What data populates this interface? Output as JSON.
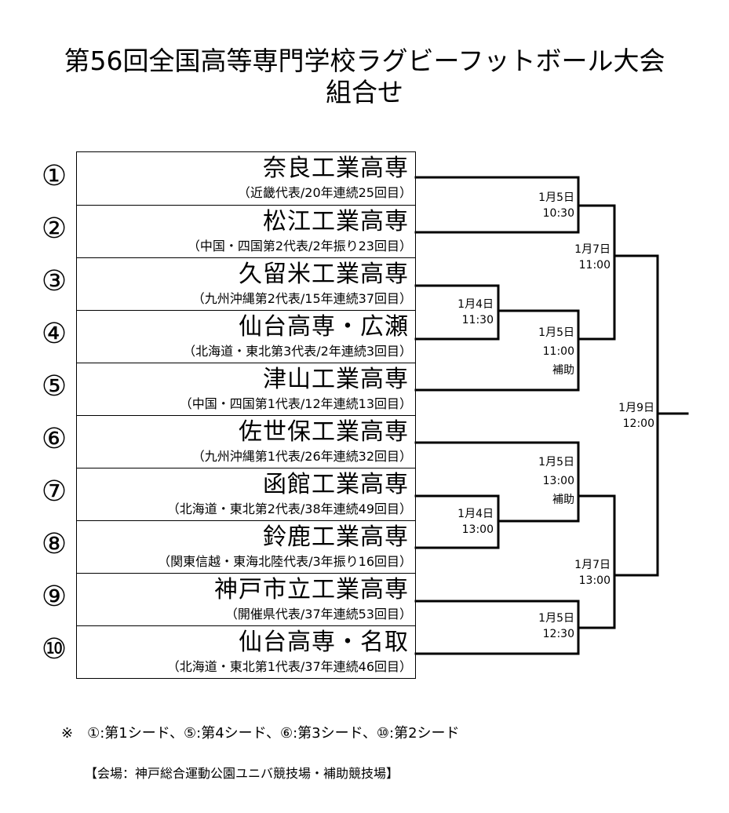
{
  "header": {
    "title_line1": "第56回全国高等専門学校ラグビーフットボール大会",
    "title_line2": "組合せ"
  },
  "teams": [
    {
      "number": "①",
      "name": "奈良工業高専",
      "note": "（近畿代表/20年連続25回目）"
    },
    {
      "number": "②",
      "name": "松江工業高専",
      "note": "（中国・四国第2代表/2年振り23回目）"
    },
    {
      "number": "③",
      "name": "久留米工業高専",
      "note": "（九州沖縄第2代表/15年連続37回目）"
    },
    {
      "number": "④",
      "name": "仙台高専・広瀬",
      "note": "（北海道・東北第3代表/2年連続3回目）"
    },
    {
      "number": "⑤",
      "name": "津山工業高専",
      "note": "（中国・四国第1代表/12年連続13回目）"
    },
    {
      "number": "⑥",
      "name": "佐世保工業高専",
      "note": "（九州沖縄第1代表/26年連続32回目）"
    },
    {
      "number": "⑦",
      "name": "函館工業高専",
      "note": "（北海道・東北第2代表/38年連続49回目）"
    },
    {
      "number": "⑧",
      "name": "鈴鹿工業高専",
      "note": "（関東信越・東海北陸代表/3年振り16回目）"
    },
    {
      "number": "⑨",
      "name": "神戸市立工業高専",
      "note": "（開催県代表/37年連続53回目）"
    },
    {
      "number": "⑩",
      "name": "仙台高専・名取",
      "note": "（北海道・東北第1代表/37年連続46回目）"
    }
  ],
  "matches": {
    "m1": {
      "date": "1月5日",
      "time": "10:30",
      "extra": ""
    },
    "m2": {
      "date": "1月4日",
      "time": "11:30",
      "extra": ""
    },
    "m3": {
      "date": "1月5日",
      "time": "11:00",
      "extra": "補助"
    },
    "m4": {
      "date": "1月7日",
      "time": "11:00",
      "extra": ""
    },
    "m5": {
      "date": "1月4日",
      "time": "13:00",
      "extra": ""
    },
    "m6": {
      "date": "1月5日",
      "time": "13:00",
      "extra": "補助"
    },
    "m7": {
      "date": "1月5日",
      "time": "12:30",
      "extra": ""
    },
    "m8": {
      "date": "1月7日",
      "time": "13:00",
      "extra": ""
    },
    "final": {
      "date": "1月9日",
      "time": "12:00",
      "extra": ""
    }
  },
  "footer": {
    "seed_note": "※　①:第1シード、⑤:第4シード、⑥:第3シード、⑩:第2シード",
    "venue": "【会場：神戸総合運動公園ユニバ競技場・補助競技場】"
  }
}
